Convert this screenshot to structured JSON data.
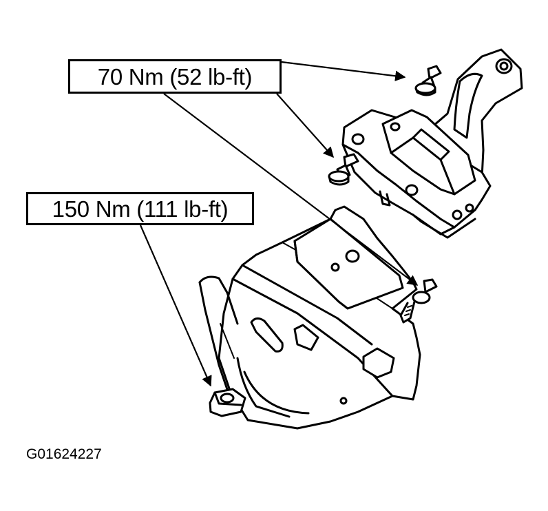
{
  "callouts": {
    "torque_upper": "70 Nm (52 lb-ft)",
    "torque_lower": "150 Nm (111 lb-ft)"
  },
  "figure_id": "G01624227"
}
